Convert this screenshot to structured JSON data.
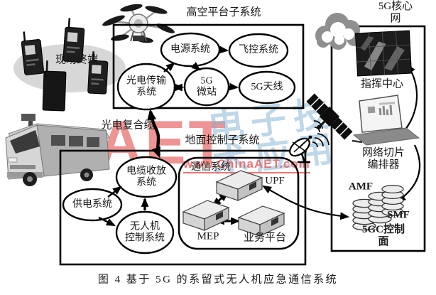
{
  "field_terminals": {
    "label": "现场终端"
  },
  "hap": {
    "title": "高空平台子系统",
    "nodes": {
      "power": "电源系统",
      "flight": "飞控系统",
      "optical": "光电传输\n系统",
      "micro": "5G\n微站",
      "antenna": "5G天线"
    }
  },
  "cable": {
    "label": "光电复合缆"
  },
  "ground": {
    "title": "地面控制子系统",
    "nodes": {
      "reel": "电缆收放\n系统",
      "supply": "供电系统",
      "uavctl": "无人机\n控制系统"
    },
    "comm": {
      "title": "通信系统",
      "upf": "UPF",
      "mep": "MEP",
      "platform": "业务平台"
    }
  },
  "core": {
    "title": "5G核心网",
    "command_center": "指挥中心",
    "orchestrator": "网络切片\n编排器",
    "amf": "AMF",
    "smf": "SMF",
    "control_plane": "5GC控制面"
  },
  "watermark": {
    "aet": "AET",
    "cn": "电子技术应用",
    "url": "www.ChinaAET.com"
  },
  "caption": "图 4  基于 5G 的系留式无人机应急通信系统",
  "colors": {
    "line": "#000000",
    "watermark_red": "#e23d3d",
    "watermark_blue": "#7fb0d4",
    "gray_fill": "#d7d7d7"
  }
}
